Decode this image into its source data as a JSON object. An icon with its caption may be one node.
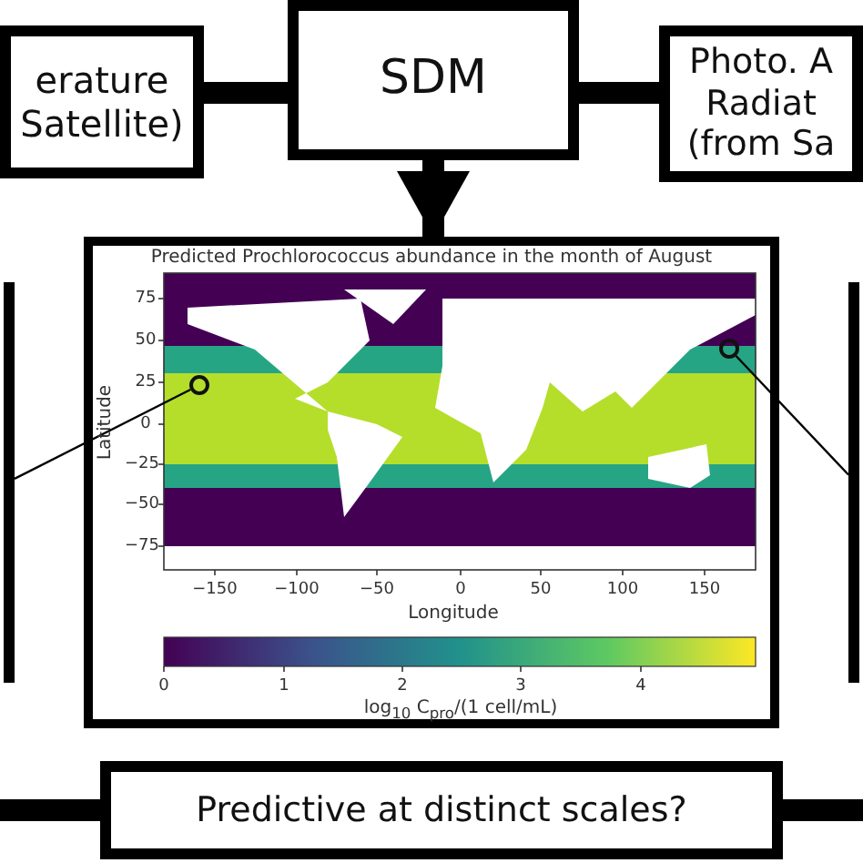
{
  "diagram": {
    "nodes": [
      {
        "text": [
          "erature Satellite)"
        ]
      },
      {
        "text": [
          "SDM"
        ]
      },
      {
        "text": [
          "Photo. A Radiat (from Sa"
        ]
      },
      {
        "text": [],
        "shape": "box"
      },
      {
        "text": [
          "Predicted Prochlorococcus abundance in the month of August"
        ]
      },
      {
        "text": [],
        "shape": "circle",
        "in": 4
      },
      {
        "text": [],
        "shape": "circle",
        "in": 4
      },
      {
        "text": [],
        "shape": "box"
      },
      {
        "text": [
          "Predictive at distinct scales?"
        ]
      }
    ],
    "edges": [
      {
        "from": 0,
        "to": 1,
        "arrow": "none"
      },
      {
        "from": 1,
        "to": 2,
        "arrow": "none"
      },
      {
        "from": 1,
        "to": 4,
        "arrow": "to"
      },
      {
        "from": 3,
        "to": 5,
        "arrow": "none"
      },
      {
        "from": 7,
        "to": 6,
        "arrow": "none"
      },
      {
        "from": null,
        "to": 8,
        "arrow": "none"
      },
      {
        "from": 8,
        "to": null,
        "arrow": "none"
      }
    ],
    "labels": [
      "75",
      "50",
      "25",
      "0",
      "−25",
      "−50",
      "−75",
      "Latitude",
      "−150",
      "−100",
      "−50",
      "0",
      "50",
      "100",
      "150",
      "Longitude",
      "0",
      "1",
      "2",
      "3",
      "4",
      "log$_{10}$ C$_{pro}$/(1 cell/mL)"
    ]
  }
}
